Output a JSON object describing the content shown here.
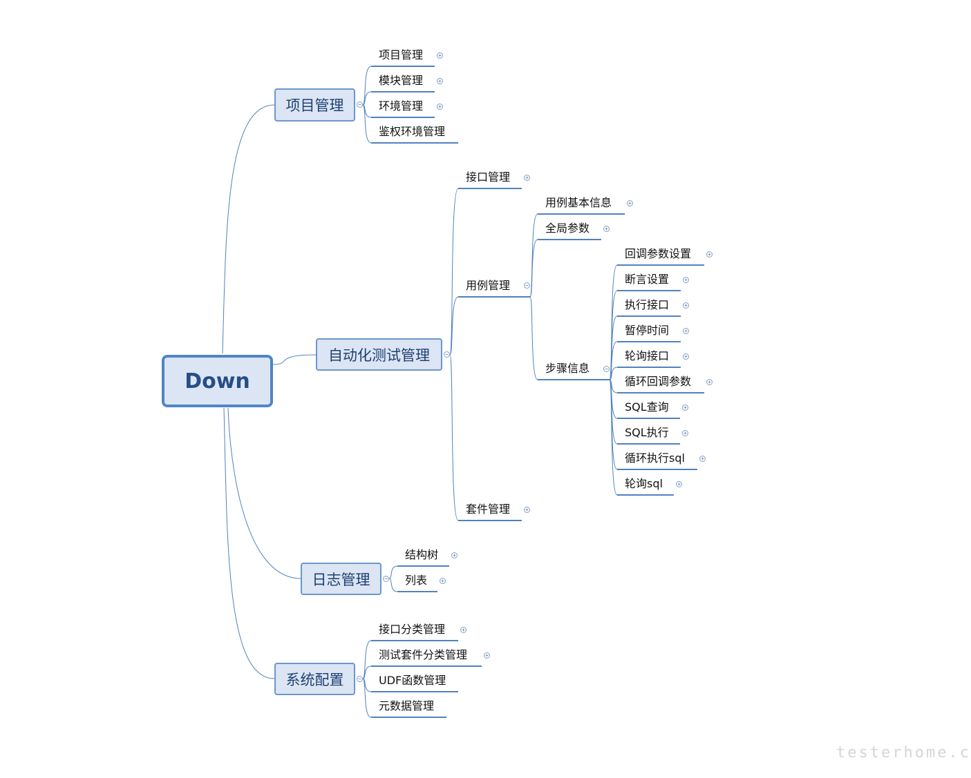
{
  "root": {
    "label": "Down"
  },
  "branches": {
    "project": {
      "label": "项目管理",
      "children": [
        "项目管理",
        "模块管理",
        "环境管理",
        "鉴权环境管理"
      ]
    },
    "auto": {
      "label": "自动化测试管理",
      "children": {
        "interface": "接口管理",
        "case": {
          "label": "用例管理",
          "children": {
            "basic": "用例基本信息",
            "global": "全局参数",
            "steps": {
              "label": "步骤信息",
              "children": [
                "回调参数设置",
                "断言设置",
                "执行接口",
                "暂停时间",
                "轮询接口",
                "循环回调参数",
                "SQL查询",
                "SQL执行",
                "循环执行sql",
                "轮询sql"
              ]
            }
          }
        },
        "suite": "套件管理"
      }
    },
    "log": {
      "label": "日志管理",
      "children": [
        "结构树",
        "列表"
      ]
    },
    "system": {
      "label": "系统配置",
      "children": [
        "接口分类管理",
        "测试套件分类管理",
        "UDF函数管理",
        "元数据管理"
      ]
    }
  },
  "symbols": {
    "expand": "+",
    "collapse": "−"
  },
  "colors": {
    "node_fill": "#dbe5f3",
    "node_border": "#6b96cd",
    "link": "#4f81bd",
    "text": "#1f3f72"
  },
  "watermark": "testerhome.com"
}
